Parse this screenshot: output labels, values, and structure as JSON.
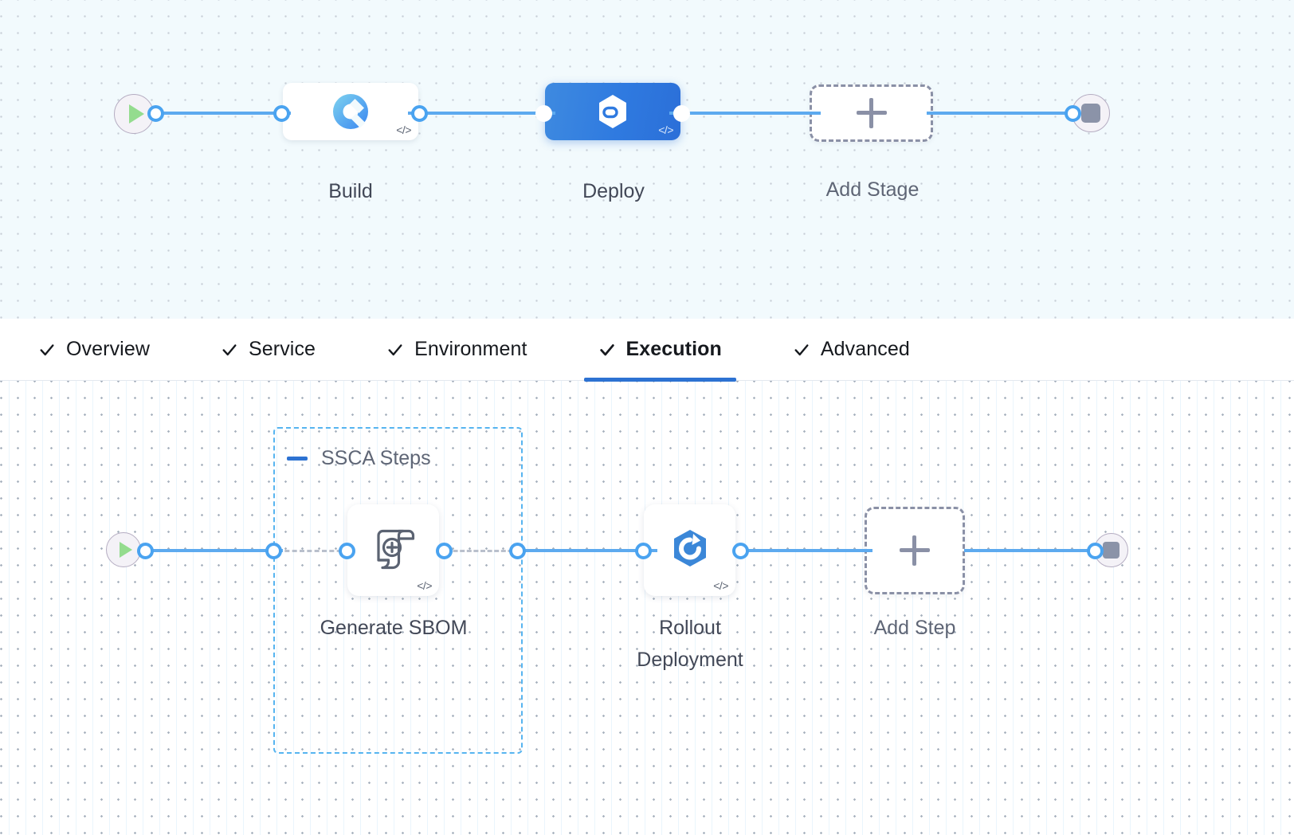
{
  "stage_pipeline": {
    "start_node": {
      "icon": "play-icon",
      "name": "start"
    },
    "end_node": {
      "icon": "stop-icon",
      "name": "end"
    },
    "stages": [
      {
        "label": "Build",
        "icon": "harness-ci-build-icon",
        "selected": false,
        "code_badge": "</>"
      },
      {
        "label": "Deploy",
        "icon": "harness-cd-deploy-icon",
        "selected": true,
        "code_badge": "</>"
      }
    ],
    "add_stage": {
      "label": "Add Stage",
      "icon": "plus-icon"
    }
  },
  "tabs": [
    {
      "label": "Overview",
      "icon": "check-icon",
      "active": false
    },
    {
      "label": "Service",
      "icon": "check-icon",
      "active": false
    },
    {
      "label": "Environment",
      "icon": "check-icon",
      "active": false
    },
    {
      "label": "Execution",
      "icon": "check-icon",
      "active": true
    },
    {
      "label": "Advanced",
      "icon": "check-icon",
      "active": false
    }
  ],
  "step_pipeline": {
    "start_node": {
      "icon": "play-icon",
      "name": "start"
    },
    "end_node": {
      "icon": "stop-icon",
      "name": "end"
    },
    "group": {
      "label": "SSCA Steps",
      "collapse_icon": "minus-icon",
      "expanded": true
    },
    "steps": [
      {
        "label": "Generate SBOM",
        "icon": "sbom-scroll-plus-icon",
        "code_badge": "</>",
        "in_group": true
      },
      {
        "label": "Rollout\nDeployment",
        "icon": "k8s-rollout-icon",
        "code_badge": "</>",
        "in_group": false
      }
    ],
    "add_step": {
      "label": "Add Step",
      "icon": "plus-icon"
    }
  },
  "colors": {
    "accent_blue": "#2d72d2",
    "link_blue": "#5daaef",
    "group_border": "#56b4f0",
    "selected_stage": "#2f7ae0",
    "dashed_gray": "#8a90a6",
    "canvas_top": "#f2fafd",
    "canvas_bottom": "#ffffff",
    "play_green": "#94dc8e",
    "stop_gray": "#8b93a8"
  }
}
